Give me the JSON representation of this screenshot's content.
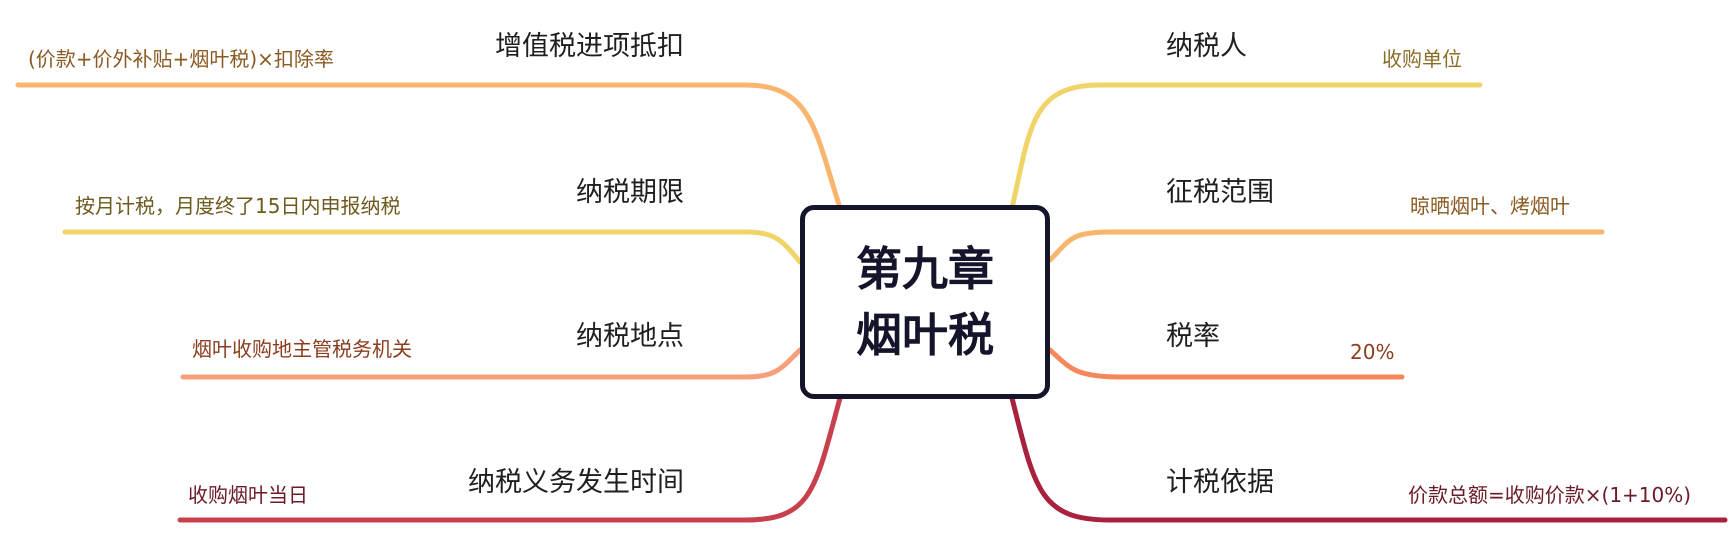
{
  "root": {
    "line1": "第九章",
    "line2": "烟叶税"
  },
  "branches": {
    "taxpayer": {
      "topic": "纳税人",
      "detail": "收购单位",
      "color": "#f0d468",
      "detail_color": "#8b6d2a"
    },
    "scope": {
      "topic": "征税范围",
      "detail": "晾晒烟叶、烤烟叶",
      "color": "#f9b56e",
      "detail_color": "#8b5a22"
    },
    "rate": {
      "topic": "税率",
      "detail": "20%",
      "color": "#f5875a",
      "detail_color": "#8b3d1e"
    },
    "basis": {
      "topic": "计税依据",
      "detail": "价款总额=收购价款×(1+10%)",
      "color": "#a8213d",
      "detail_color": "#6b1b27"
    },
    "vat_credit": {
      "topic": "增值税进项抵扣",
      "detail": "(价款+价外补贴+烟叶税)×扣除率",
      "color": "#f9b56e",
      "detail_color": "#8b5a22"
    },
    "period": {
      "topic": "纳税期限",
      "detail": "按月计税，月度终了15日内申报纳税",
      "color": "#f0d468",
      "detail_color": "#6e5a1e"
    },
    "place": {
      "topic": "纳税地点",
      "detail": "烟叶收购地主管税务机关",
      "color": "#f5a07a",
      "detail_color": "#8b3d1e"
    },
    "obligation": {
      "topic": "纳税义务发生时间",
      "detail": "收购烟叶当日",
      "color": "#c8404e",
      "detail_color": "#6b1b27"
    }
  }
}
